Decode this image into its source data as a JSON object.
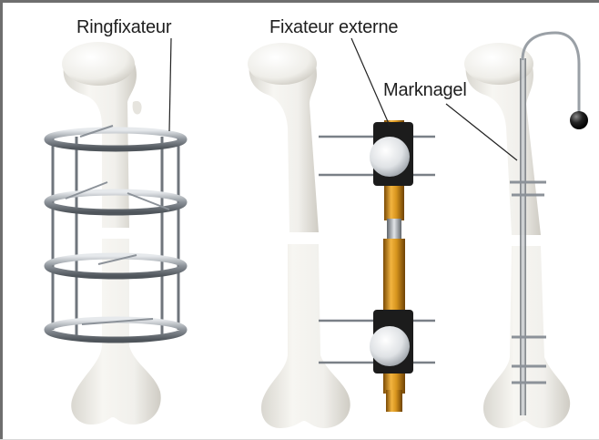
{
  "labels": {
    "ring_fixator": "Ringfixateur",
    "external_fixator": "Fixateur externe",
    "intramedullary_nail": "Marknagel"
  },
  "colors": {
    "bone": "#f1f0ec",
    "bone_shadow": "#d9d7d0",
    "metal": "#b7bcc2",
    "metal_dark": "#6f757c",
    "gold": "#d8951e",
    "gold_dark": "#8a5608",
    "clamp": "#1c1c1c",
    "frame": "#6e6e6e"
  }
}
